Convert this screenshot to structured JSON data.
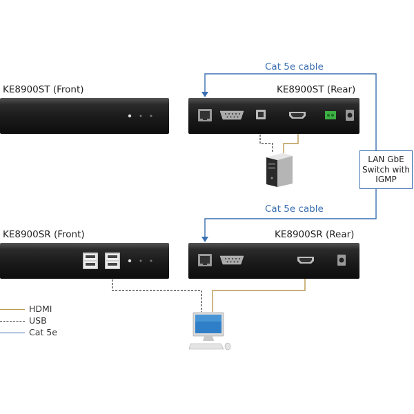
{
  "devices": {
    "tx_front": "KE8900ST (Front)",
    "tx_rear": "KE8900ST (Rear)",
    "rx_front": "KE8900SR (Front)",
    "rx_rear": "KE8900SR (Rear)"
  },
  "cables": {
    "top": "Cat 5e cable",
    "bottom": "Cat 5e cable"
  },
  "switch": {
    "line1": "LAN GbE",
    "line2": "Switch with",
    "line3": "IGMP"
  },
  "legend": [
    {
      "label": "HDMI",
      "color": "#b8964e",
      "style": "solid"
    },
    {
      "label": "USB",
      "color": "#333333",
      "style": "dashed"
    },
    {
      "label": "Cat 5e",
      "color": "#3a6fb0",
      "style": "solid"
    }
  ],
  "colors": {
    "cat5e": "#3a6fb0",
    "hdmi": "#b8964e",
    "usb": "#333333",
    "device_body": "#1a1a1a",
    "power_terminal": "#3cb043"
  },
  "icons": [
    "rj45-port-icon",
    "serial-port-icon",
    "usb-b-port-icon",
    "hdmi-port-icon",
    "power-terminal-icon",
    "dc-jack-icon",
    "usb-a-port-icon",
    "led-icon",
    "pc-tower-icon",
    "monitor-icon",
    "keyboard-icon",
    "mouse-icon"
  ]
}
